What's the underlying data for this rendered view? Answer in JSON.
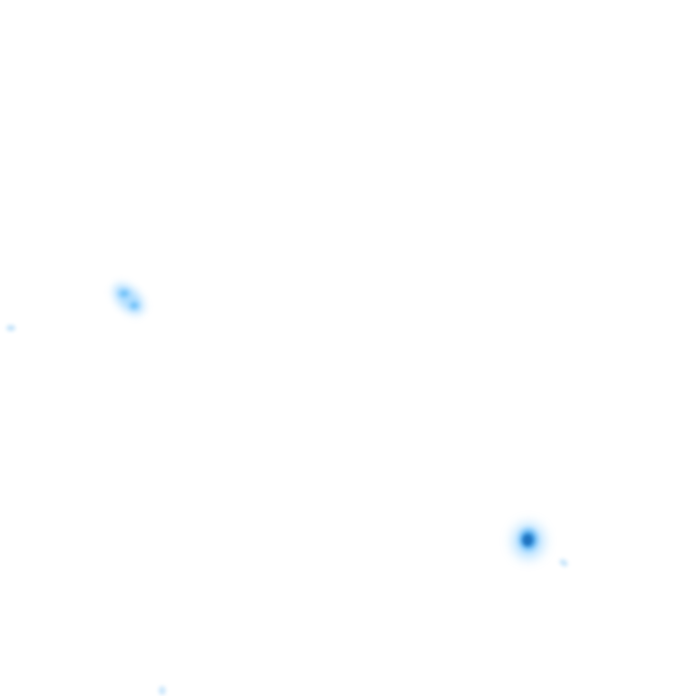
{
  "canvas": {
    "background": "#ffffff"
  },
  "colors": {
    "light_blue": "#8fd0ff",
    "mid_blue": "#55b6f2",
    "deep_blue": "#1b78c8",
    "faint_blue": "#cfe9fb"
  },
  "blobs": [
    {
      "name": "upper-left-blob",
      "intensity": "medium"
    },
    {
      "name": "far-left-speck",
      "intensity": "faint"
    },
    {
      "name": "lower-right-blob",
      "intensity": "high"
    },
    {
      "name": "lower-right-speck",
      "intensity": "faint"
    },
    {
      "name": "bottom-speck",
      "intensity": "faint"
    }
  ]
}
